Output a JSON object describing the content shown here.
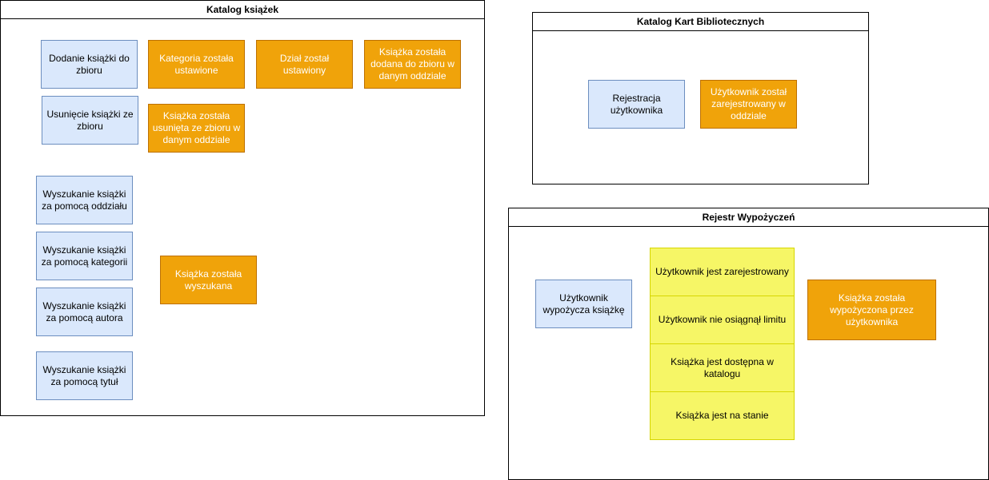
{
  "catalog_books": {
    "title": "Katalog książek",
    "commands": {
      "add_book": "Dodanie książki do zbioru",
      "remove_book": "Usunięcie książki ze zbioru",
      "search_by_branch": "Wyszukanie książki za pomocą oddziału",
      "search_by_category": "Wyszukanie książki za pomocą kategorii",
      "search_by_author": "Wyszukanie książki za pomocą autora",
      "search_by_title": "Wyszukanie książki za pomocą tytuł"
    },
    "events": {
      "category_set": "Kategoria została ustawione",
      "section_set": "Dział został ustawiony",
      "book_added": "Książka została dodana do zbioru w danym oddziale",
      "book_removed": "Książka została usunięta ze zbioru w danym oddziale",
      "book_found": "Książka została wyszukana"
    }
  },
  "catalog_cards": {
    "title": "Katalog Kart Bibliotecznych",
    "commands": {
      "register_user": "Rejestracja użytkownika"
    },
    "events": {
      "user_registered": "Użytkownik został zarejestrowany w oddziale"
    }
  },
  "loan_register": {
    "title": "Rejestr Wypożyczeń",
    "commands": {
      "user_borrows": "Użytkownik wypożycza książkę"
    },
    "rules": [
      "Użytkownik jest zarejestrowany",
      "Użytkownik nie osiągnął limitu",
      "Książka jest dostępna w katalogu",
      "Książka jest na stanie"
    ],
    "events": {
      "book_borrowed": "Książka została wypożyczona przez użytkownika"
    }
  },
  "colors": {
    "command_fill": "#dae8fc",
    "command_stroke": "#6c8ebf",
    "event_fill": "#f0a30a",
    "event_stroke": "#bd7000",
    "rule_fill": "#f6f666",
    "rule_stroke": "#d6d600"
  }
}
